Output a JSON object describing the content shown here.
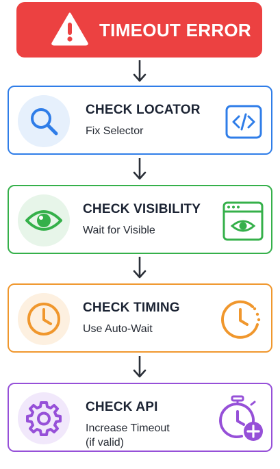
{
  "header": {
    "title": "TIMEOUT ERROR",
    "icon": "warning-icon",
    "color": "#ec4141"
  },
  "steps": [
    {
      "title": "CHECK LOCATOR",
      "subtitle": "Fix Selector",
      "color": "#2f7de8",
      "left_icon": "search-icon",
      "right_icon": "code-icon"
    },
    {
      "title": "CHECK VISIBILITY",
      "subtitle": "Wait for Visible",
      "color": "#35b04a",
      "left_icon": "eye-icon",
      "right_icon": "browser-eye-icon"
    },
    {
      "title": "CHECK TIMING",
      "subtitle": "Use Auto-Wait",
      "color": "#f0972d",
      "left_icon": "clock-icon",
      "right_icon": "clock-refresh-icon"
    },
    {
      "title": "CHECK API",
      "subtitle": "Increase Timeout",
      "subtitle_2": "(if valid)",
      "color": "#9650d8",
      "left_icon": "gear-icon",
      "right_icon": "stopwatch-plus-icon"
    }
  ]
}
